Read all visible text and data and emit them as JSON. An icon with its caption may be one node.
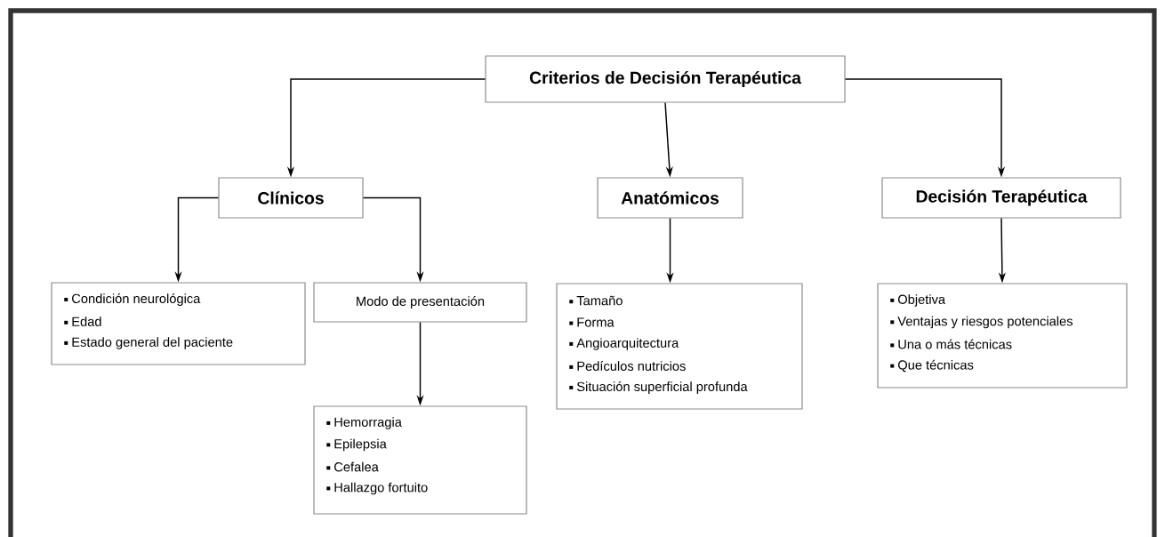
{
  "diagram": {
    "nodes": [
      {
        "text": [
          "Criterios de Decisión Terapéutica"
        ]
      },
      {
        "text": [
          "Clínicos"
        ]
      },
      {
        "text": [
          "Anatómicos"
        ]
      },
      {
        "text": [
          "Decisión Terapéutica"
        ]
      },
      {
        "text": [
          "Condición neurológica",
          "Edad",
          "Estado general del paciente"
        ]
      },
      {
        "text": [
          "Modo de presentación"
        ]
      },
      {
        "text": [
          "Hemorragia",
          "Epilepsia",
          "Cefalea",
          "Hallazgo fortuito"
        ]
      },
      {
        "text": [
          "Tamaño",
          "Forma",
          "Angioarquitectura",
          "Pedículos nutricios",
          "Situación superficial profunda"
        ]
      },
      {
        "text": [
          "Objetiva",
          "Ventajas y riesgos potenciales",
          "Una o más técnicas",
          "Que técnicas"
        ]
      }
    ],
    "edges": [
      {
        "from": 0,
        "to": 1,
        "arrow": "to"
      },
      {
        "from": 0,
        "to": 2,
        "arrow": "to"
      },
      {
        "from": 0,
        "to": 3,
        "arrow": "to"
      },
      {
        "from": 1,
        "to": 4,
        "arrow": "to"
      },
      {
        "from": 1,
        "to": 5,
        "arrow": "to"
      },
      {
        "from": 5,
        "to": 6,
        "arrow": "to"
      },
      {
        "from": 2,
        "to": 7,
        "arrow": "to"
      },
      {
        "from": 3,
        "to": 8,
        "arrow": "to"
      }
    ]
  }
}
